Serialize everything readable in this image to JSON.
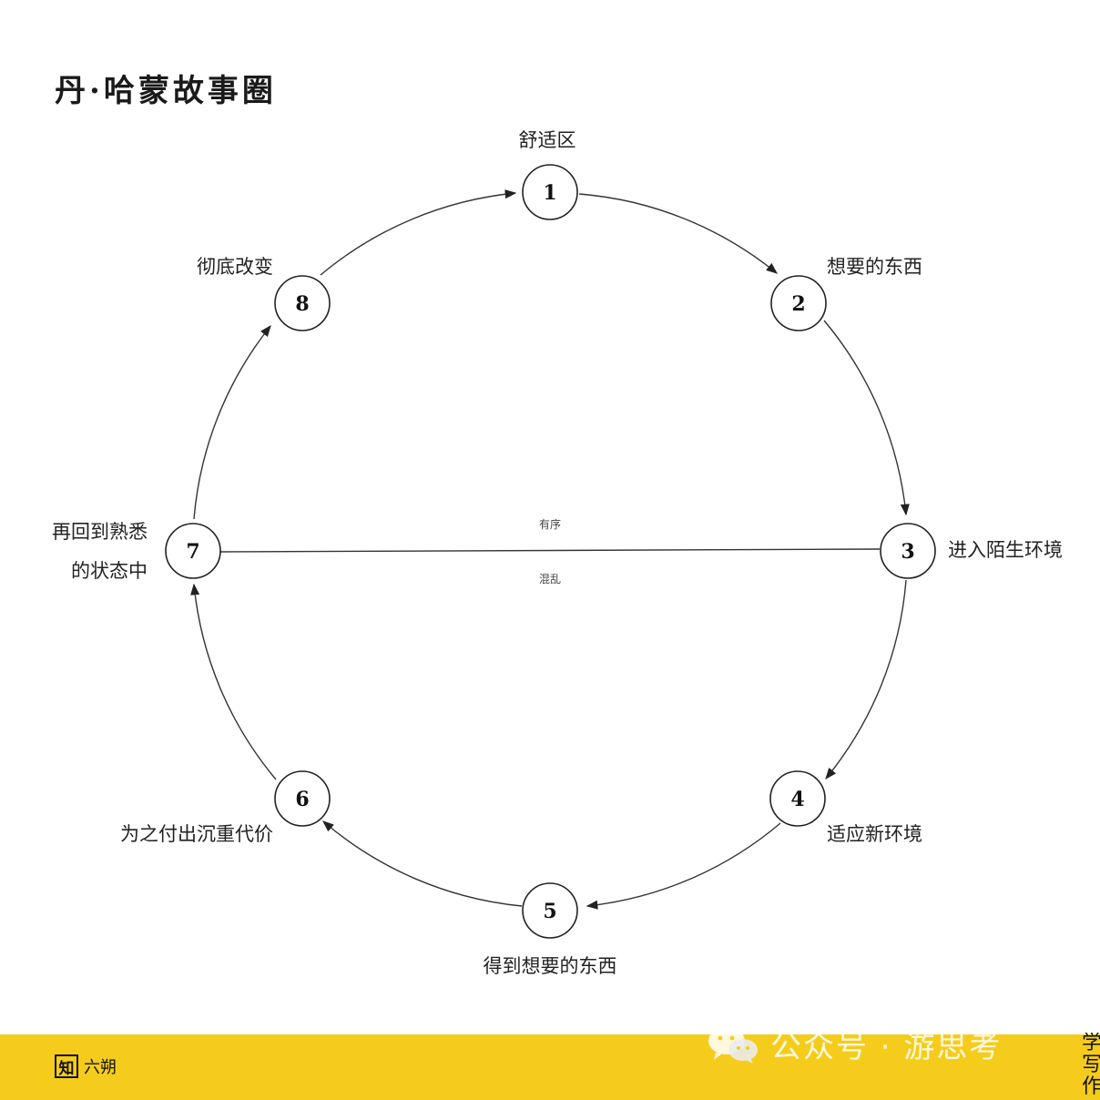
{
  "title": "丹·哈蒙故事圈",
  "nodes": [
    {
      "num": "1",
      "label": "舒适区"
    },
    {
      "num": "2",
      "label": "想要的东西"
    },
    {
      "num": "3",
      "label": "进入陌生环境"
    },
    {
      "num": "4",
      "label": "适应新环境"
    },
    {
      "num": "5",
      "label": "得到想要的东西"
    },
    {
      "num": "6",
      "label": "为之付出沉重代价"
    },
    {
      "num": "7",
      "label_line1": "再回到熟悉",
      "label_line2": "的状态中"
    },
    {
      "num": "8",
      "label": "彻底改变"
    }
  ],
  "axis": {
    "upper": "有序",
    "lower": "混乱"
  },
  "footer": {
    "brand_icon": "知",
    "brand_name": "六朔"
  },
  "watermark": {
    "text": "公众号 · 游思考",
    "icon": "wechat-icon"
  },
  "edge_text": "学写作",
  "colors": {
    "footer_bg": "#f5cc1b",
    "line": "#333333"
  }
}
